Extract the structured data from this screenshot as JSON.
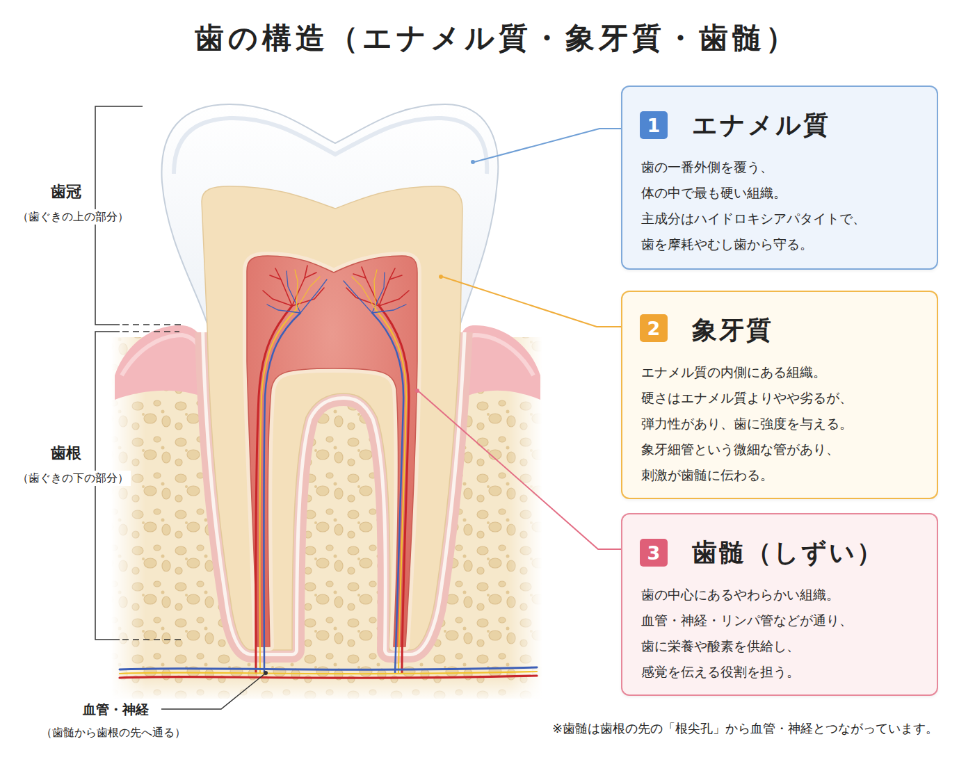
{
  "diagram": {
    "title": "歯の構造（エナメル質・象牙質・歯髄）",
    "nodes": [
      {
        "text": [
          "エナメル質",
          "歯の一番外側を覆う、 体の中で最も硬い組織。 主成分はハイドロキシアパタイトで、 歯を摩耗やむし歯から守る。"
        ]
      },
      {
        "text": [
          "1"
        ],
        "in": 0
      },
      {
        "text": [
          "象牙質",
          "エナメル質の内側にある組織。 硬さはエナメル質よりやや劣るが、 弾力性があり、歯に強度を与える。 象牙細管という微細な管があり、 刺激が歯髄に伝わる。"
        ]
      },
      {
        "text": [
          "2"
        ],
        "in": 2
      },
      {
        "text": [
          "歯髄（しずい）",
          "歯の中心にあるやわらかい組織。 血管・神経・リンパ管などが通り、 歯に栄養や酸素を供給し、 感覚を伝える役割を担う。"
        ]
      },
      {
        "text": [
          "3"
        ],
        "in": 4
      }
    ],
    "labels": [
      "歯冠",
      "（歯ぐきの上の部分）",
      "歯根",
      "（歯ぐきの下の部分）",
      "血管・神経",
      "（歯髄から歯根の先へ通る）",
      "※歯髄は歯根の先の「根尖孔」から血管・神経とつながっています。"
    ]
  }
}
